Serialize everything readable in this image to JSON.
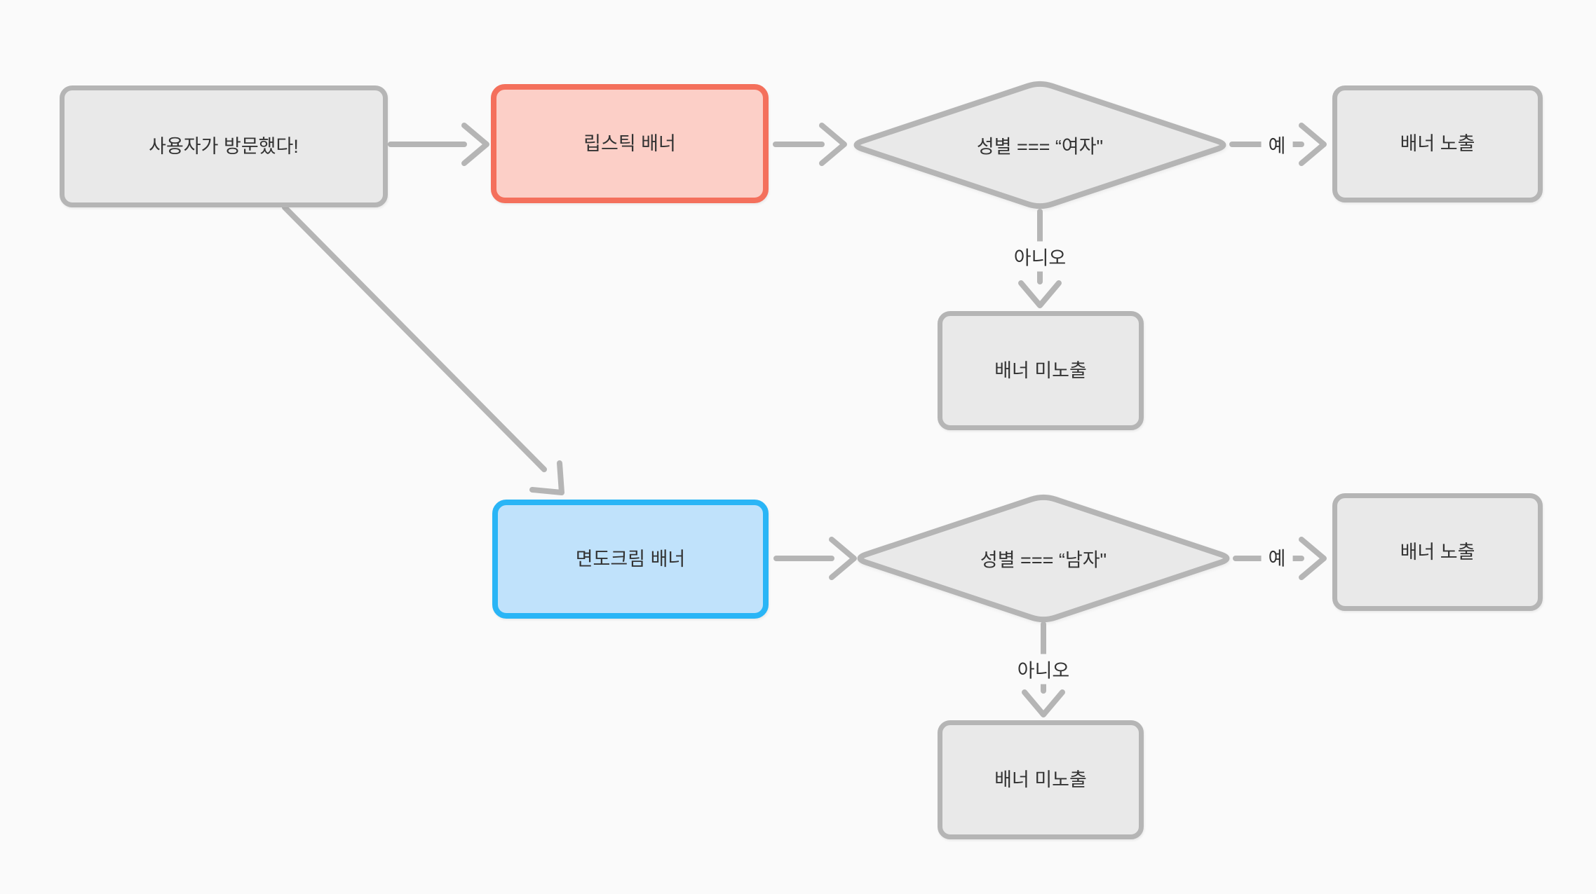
{
  "theme": {
    "background": "#fafafa",
    "node_fill": "#e9e9e9",
    "node_border": "#b5b5b5",
    "arrow_color": "#b5b5b5",
    "text_color": "#333333"
  },
  "flowchart": {
    "nodes": {
      "start": {
        "label": "사용자가 방문했다!"
      },
      "lipstick": {
        "label": "립스틱 배너",
        "border": "#f4705c",
        "fill": "#fccfc7"
      },
      "shaving": {
        "label": "면도크림 배너",
        "border": "#2ab5f6",
        "fill": "#c0e2fb"
      },
      "decision_female": {
        "label": "성별 === “여자\""
      },
      "decision_male": {
        "label": "성별 === “남자\""
      },
      "show_female": {
        "label": "배너 노출"
      },
      "hide_female": {
        "label": "배너 미노출"
      },
      "show_male": {
        "label": "배너 노출"
      },
      "hide_male": {
        "label": "배너 미노출"
      }
    },
    "edge_labels": {
      "yes_female": "예",
      "no_female": "아니오",
      "yes_male": "예",
      "no_male": "아니오"
    }
  }
}
